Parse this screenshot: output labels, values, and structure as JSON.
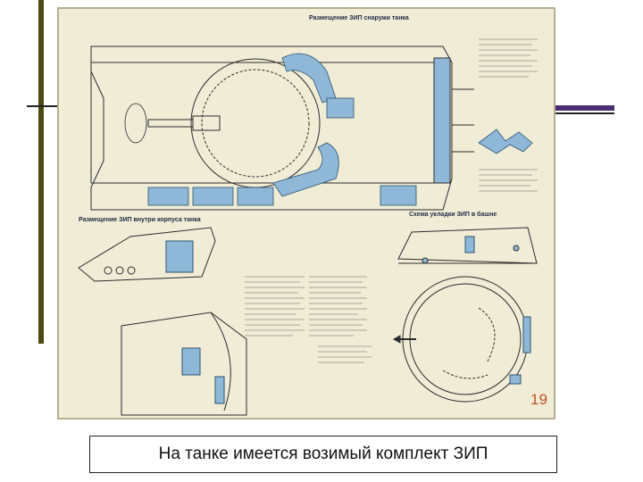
{
  "poster": {
    "title_top": "Размещение ЗИП снаружи танка",
    "title_hull": "Размещение ЗИП внутри корпуса танка",
    "title_turret": "Схема укладки ЗИП в башне",
    "slide_number": "19"
  },
  "caption": "На танке имеется возимый комплект ЗИП"
}
